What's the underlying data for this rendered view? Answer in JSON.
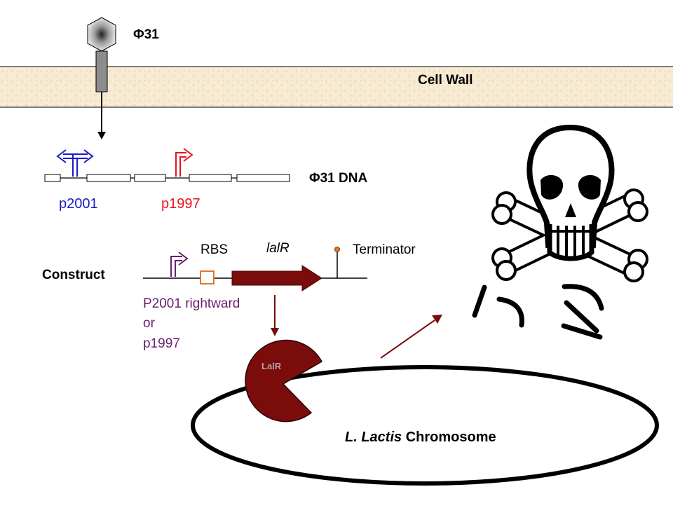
{
  "phage": {
    "label": "Φ31"
  },
  "cell_wall": {
    "label": "Cell Wall"
  },
  "phage_dna": {
    "label": "Φ31 DNA",
    "promoter_left": "p2001",
    "promoter_right": "p1997"
  },
  "construct": {
    "title": "Construct",
    "rbs": "RBS",
    "gene": "lalR",
    "terminator": "Terminator",
    "promoter_line1": "P2001 rightward",
    "promoter_line2": "or",
    "promoter_line3": "p1997"
  },
  "repressor": {
    "label": "LalR"
  },
  "chromosome": {
    "label_italic": "L. Lactis",
    "label_rest": " Chromosome"
  },
  "colors": {
    "blue_promoter": "#1a1acc",
    "red_promoter": "#e8141c",
    "purple": "#6b1f6b",
    "dark_red": "#7a0c0c",
    "rbs_orange": "#e2762a",
    "cell_wall_fill": "#f7ecd3"
  }
}
